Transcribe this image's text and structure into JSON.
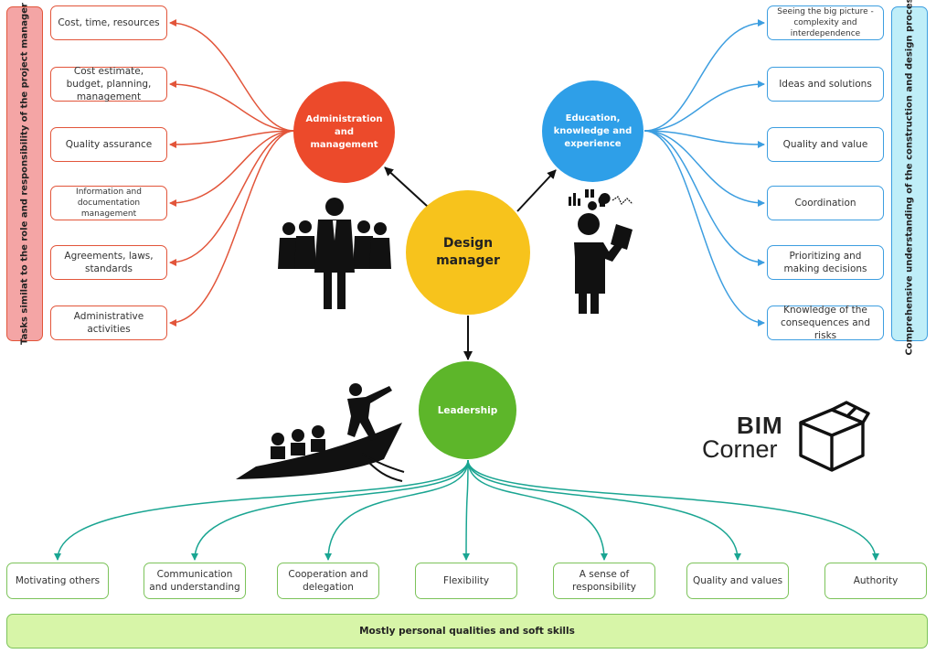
{
  "left_banner": {
    "text": "Tasks similat to the role and responsibility of the project manager",
    "color": "#f4a5a5",
    "border": "#e2553a"
  },
  "right_banner": {
    "text": "Comprehensive understanding of the construction and design process",
    "color": "#bfeef8",
    "border": "#3d9ee0"
  },
  "bottom_banner": {
    "text": "Mostly personal qualities and soft skills",
    "color": "#d7f5a8",
    "border": "#7cc35a"
  },
  "center_node": {
    "label": "Design manager",
    "color": "#f7c31c"
  },
  "admin_node": {
    "label": "Administration and management",
    "color": "#ec4a2b"
  },
  "education_node": {
    "label": "Education, knowledge and experience",
    "color": "#2e9fe8"
  },
  "leadership_node": {
    "label": "Leadership",
    "color": "#5db62a"
  },
  "admin_items": [
    "Cost, time, resources",
    "Cost estimate, budget, planning, management",
    "Quality assurance",
    "Information and documentation management",
    "Agreements, laws, standards",
    "Administrative activities"
  ],
  "education_items": [
    "Seeing the big picture - complexity and interdependence",
    "Ideas and solutions",
    "Quality and value",
    "Coordination",
    "Prioritizing and making decisions",
    "Knowledge of the consequences and risks"
  ],
  "leadership_items": [
    "Motivating others",
    "Communication and understanding",
    "Cooperation and delegation",
    "Flexibility",
    "A sense of responsibility",
    "Quality and values",
    "Authority"
  ],
  "logo": {
    "line1": "BIM",
    "line2": "Corner"
  },
  "icons": {
    "team": "business-team-icon",
    "thinker": "thinking-person-icon",
    "boat": "boat-leader-icon",
    "box": "open-box-logo-icon"
  }
}
